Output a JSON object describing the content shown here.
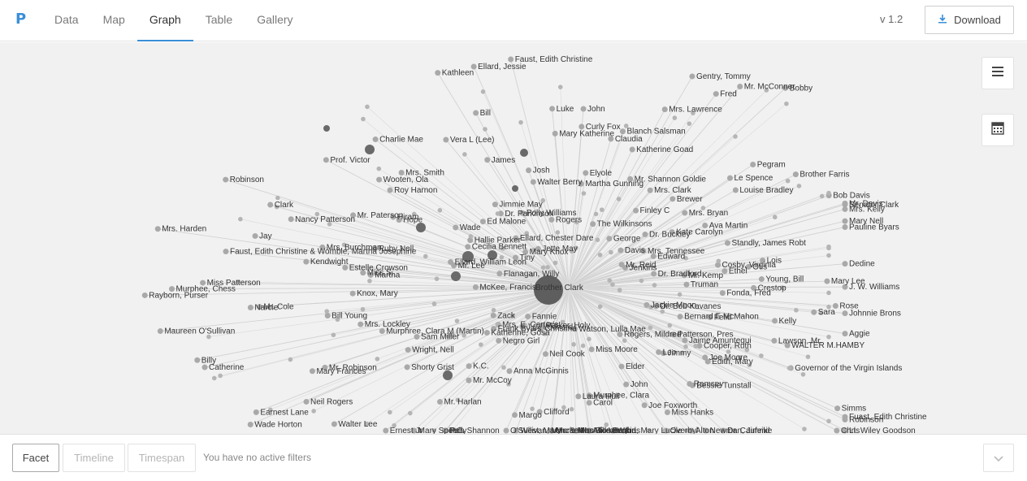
{
  "app": {
    "logo": "P",
    "version": "v 1.2",
    "download_label": "Download"
  },
  "nav": {
    "tabs": [
      "Data",
      "Map",
      "Graph",
      "Table",
      "Gallery"
    ],
    "active": "Graph"
  },
  "side_buttons": [
    "hamburger-icon",
    "calculator-icon"
  ],
  "filters": {
    "buttons": [
      "Facet",
      "Timeline",
      "Timespan"
    ],
    "status": "You have no active filters"
  },
  "graph": {
    "hub_label": "Brother Clark",
    "labels": [
      "Rose",
      "Fonda, Fred",
      "Sara",
      "Johnnie Brons",
      "Kelly",
      "Aggie",
      "Dr. Bob Kavanes",
      "Felid",
      "Bernard E McMahon",
      "WALTER M.HAMBY",
      "Jackie Moon",
      "Robinson",
      "Lawson, Mr.",
      "Patterson, Pres",
      "Governor of the Virgin Islands",
      "Cooper, Ruth",
      "Fuast, Edith Christine",
      "Jaime Amuntegui",
      "Joe Moore",
      "Simms",
      "Edith, Mary",
      "Lt. Wiley Goodson",
      "Chris",
      "Jimmy",
      "Ramsey",
      "Dr. Caufeild",
      "Leo",
      "Rogers, Mildred",
      "Bessie Tunstall",
      "Alton",
      "John",
      "Miss Hanks",
      "Newman, Jimmie",
      "Joe Foxworth",
      "Elder",
      "Miss Moore",
      "Overbyl",
      "Ward, Mary Lucile",
      "Miss Jenkins",
      "Alice Bertha",
      "Watson, Lulla Mae",
      "Murphee, Clara",
      "Carol",
      "Uncle Mac",
      "Mrs. Tomm",
      "Laura Hull",
      "Clifford",
      "Mr. & Mrs. Bill Vaughn",
      "O'Sullivan, Maureen",
      "Margo",
      "West, Mary",
      "Anna McGinnis",
      "Neil Cook",
      "P.C. Shannon",
      "Mary Spears",
      "Polly",
      "Christina",
      "Parker, Holy",
      "Ernest Jr",
      "Negro Girl",
      "J.C. Leonard",
      "Mr. Harlan",
      "Mr. McCoy",
      "K.C.",
      "Katherine, Gosa",
      "Fannie",
      "Mrs. E. Carter's",
      "Frank Byars",
      "Shorty Grist",
      "Walter Lee",
      "Neil Rogers",
      "Wade Horton",
      "Mary Frances",
      "Wright, Nell",
      "Earnest Lane",
      "Zack",
      "Sam Miller",
      "Mr. Robinson",
      "Murphree, Clara M (Martin)",
      "Billy",
      "Mrs. Lockley",
      "Catherine",
      "Bill Young",
      "Mr. Cole",
      "Maureen O'Sullivan",
      "Knox, Mary",
      "Narcie",
      "Murphee, Chess",
      "Rayborn, Purser",
      "Miss Patterson",
      "McKee, Francis",
      "Kendwight",
      "Miss S.",
      "Faust, Edith Christine & Womble, Martha Josephine",
      "Estelle Crowson",
      "Jay",
      "Martha",
      "Mrs. Harden",
      "Mr. Lee",
      "Ellard, William Leon",
      "Mrs. Burchman",
      "Flanagan, Willy",
      "Mr. Paterson",
      "Ruby Nell",
      "Nancy Patterson",
      "Clark",
      "Robinson",
      "Hope",
      "Hallie Parker",
      "Hiram",
      "Wooten, Ola",
      "Cecilia Bennett",
      "Wade",
      "Roy Harnon",
      "Tiny",
      "Prof. Victor",
      "Mrs. Smith",
      "Ellard, Chester Dare",
      "Ed Malone",
      "Mary Knox",
      "Charlie Mae",
      "Jette May",
      "Jimmie May",
      "Dr. Parkinson",
      "James",
      "Vera L (Lee)",
      "Ellard, Jessie",
      "Kathleen",
      "Josh",
      "Polly Williams",
      "Bill",
      "Faust, Edith Christine",
      "Walter Berry",
      "Rogers",
      "Curly Fox",
      "John",
      "Mary Katherine",
      "Luke",
      "Blanch Salsman",
      "Martha Gunning",
      "Claudia",
      "Elyole",
      "Mrs. Lawrence",
      "Katherine Goad",
      "Mr. Shannon Goldie",
      "The Wilkinsons",
      "Gentry, Tommy",
      "Mr. McConner",
      "Fred",
      "George",
      "Brewer",
      "Finley C",
      "Mrs. Clark",
      "Bobby",
      "Pegram",
      "Davis",
      "Dr. Buckley",
      "Mrs. Bryan",
      "Le Spence",
      "Kate Carolyn",
      "Brother Farris",
      "Mrs. Tennessee",
      "Louise Bradley",
      "Mr. Reid",
      "Edward",
      "Ava Martin",
      "Bob Davis",
      "Senator Clark",
      "Jenkins",
      "Mr. Davis",
      "Pauline Byars",
      "Mrs. Kelly",
      "Standly, James Robt",
      "Dr. Bradford",
      "Lois",
      "Mary Nell",
      "Mr. Kemp",
      "Dedine",
      "Cosby, Virginia",
      "Otis",
      "Ethel",
      "Mary Lee",
      "J. W. Williams",
      "Young, Bill",
      "Truman",
      "Crestop"
    ]
  }
}
